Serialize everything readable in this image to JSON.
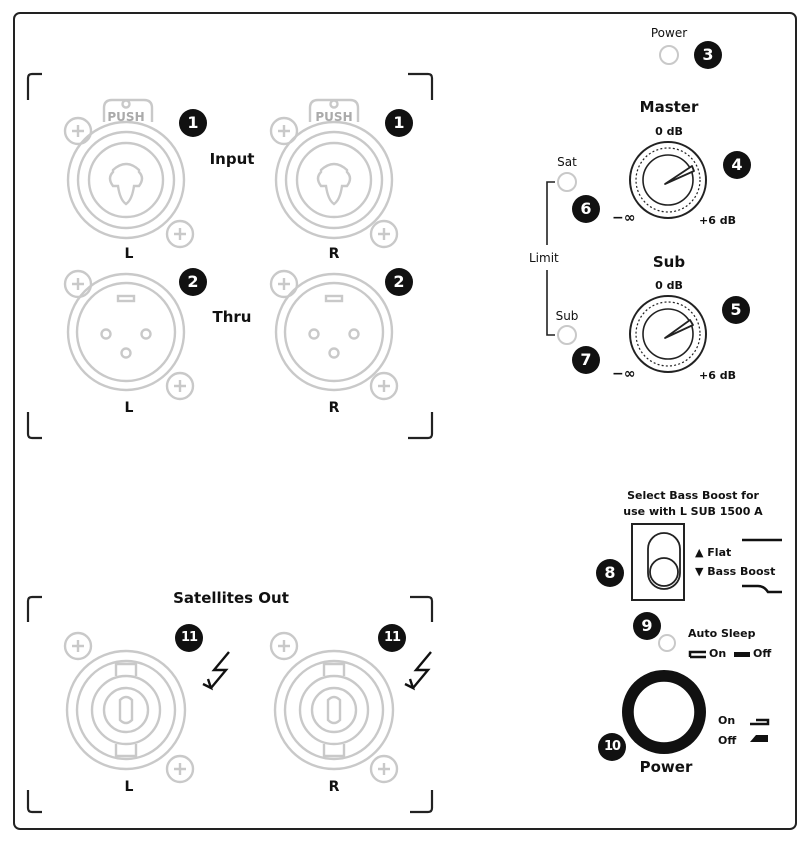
{
  "colors": {
    "outline": "#222222",
    "connector_gray": "#c9c9c9",
    "badge_fill": "#111111",
    "badge_text": "#ffffff"
  },
  "inputs": {
    "label": "Input",
    "push_text": "PUSH",
    "left_label": "L",
    "right_label": "R",
    "badge": "1"
  },
  "thru": {
    "label": "Thru",
    "left_label": "L",
    "right_label": "R",
    "badge": "2"
  },
  "power_led": {
    "label": "Power",
    "badge": "3"
  },
  "master": {
    "title": "Master",
    "top_value": "0 dB",
    "min_label": "−∞",
    "max_label": "+6 dB",
    "badge": "4"
  },
  "sub": {
    "title": "Sub",
    "top_value": "0 dB",
    "min_label": "−∞",
    "max_label": "+6 dB",
    "badge": "5"
  },
  "limit": {
    "label": "Limit",
    "sat_label": "Sat",
    "sub_label": "Sub",
    "sat_badge": "6",
    "sub_badge": "7"
  },
  "bass_boost": {
    "title_line1": "Select Bass Boost for",
    "title_line2": "use with L SUB 1500 A",
    "flat_label": "▲ Flat",
    "boost_label": "▼ Bass Boost",
    "badge": "8"
  },
  "auto_sleep": {
    "label": "Auto Sleep",
    "on_label": "On",
    "off_label": "Off",
    "badge": "9"
  },
  "power_switch": {
    "label": "Power",
    "on_label": "On",
    "off_label": "Off",
    "badge": "10"
  },
  "satellites": {
    "label": "Satellites Out",
    "left_label": "L",
    "right_label": "R",
    "badge": "11"
  }
}
